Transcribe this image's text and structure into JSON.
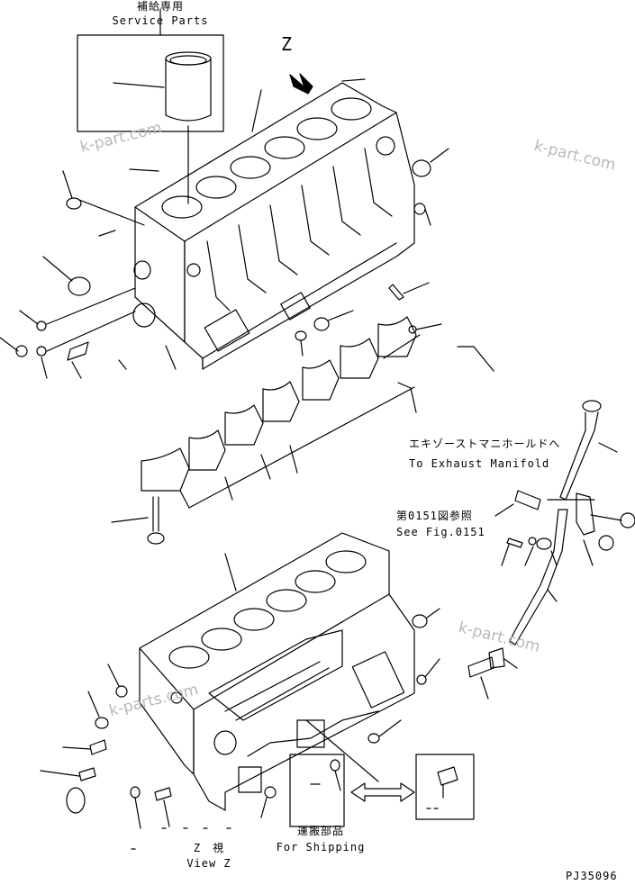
{
  "labels": {
    "service_parts_jp": "補給専用",
    "service_parts_en": "Service Parts",
    "view_arrow_letter": "Z",
    "exhaust_jp": "エキゾーストマニホールドへ",
    "exhaust_en": "To Exhaust Manifold",
    "see_fig_jp": "第0151図参照",
    "see_fig_en": "See Fig.0151",
    "view_z_jp": "Z　視",
    "view_z_en": "View Z",
    "shipping_jp": "運搬部品",
    "shipping_en": "For Shipping",
    "drawing_code": "PJ35096"
  },
  "watermarks": [
    "k-part.com",
    "k-part.com",
    "k-part.com",
    "k-parts.com"
  ],
  "colors": {
    "line": "#000000",
    "background": "#ffffff",
    "watermark": "#b8b8b8"
  }
}
